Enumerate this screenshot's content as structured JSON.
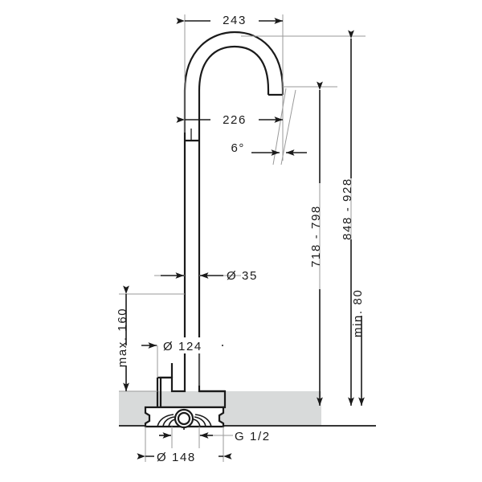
{
  "drawing": {
    "title": "Technical dimension drawing - floor standing bath spout",
    "background_color": "#ffffff",
    "line_color": "#1a1a1a",
    "floor_fill_color": "#d8dada"
  },
  "dimensions": {
    "top_width": "243",
    "spout_reach": "226",
    "outlet_angle": "6°",
    "pipe_diameter": "Ø 35",
    "base_diameter_inner": "Ø 124",
    "base_diameter_outer": "Ø 148",
    "thread_size": "G 1/2",
    "max_height_offset": "max. 160",
    "min_clearance": "min. 80",
    "height_range_inner": "718 - 798",
    "height_range_outer": "848 - 928"
  }
}
